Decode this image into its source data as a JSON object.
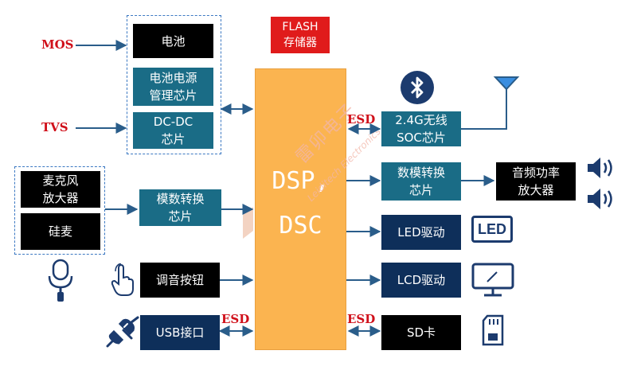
{
  "center": {
    "label": "DSP,\nDSC"
  },
  "flash": {
    "label": "FLASH\n存储器"
  },
  "power_group": {
    "battery": "电池",
    "battery_mgmt": "电池电源\n管理芯片",
    "dcdc": "DC-DC\n芯片"
  },
  "mic_group": {
    "mic_amp": "麦克风\n放大器",
    "si_mic": "硅麦"
  },
  "adc": "模数转换\n芯片",
  "knob": "调音按钮",
  "usb": "USB接口",
  "soc": "2.4G无线\nSOC芯片",
  "dac": "数模转换\n芯片",
  "amp": "音频功率\n放大器",
  "led_driver": "LED驱动",
  "lcd_driver": "LCD驱动",
  "sd": "SD卡",
  "tags": {
    "mos": "MOS",
    "tvs": "TVS",
    "esd_soc": "ESD",
    "esd_usb": "ESD",
    "esd_sd": "ESD"
  },
  "watermark": {
    "cn": "雷卯电子",
    "en": "Leiditech Electronics"
  },
  "led_badge": "LED",
  "colors": {
    "dsp": "#fbb450",
    "teal": "#1a6c86",
    "navy": "#0e2f5a",
    "red_tag": "#d0101a",
    "dashed": "#3b78c2"
  }
}
